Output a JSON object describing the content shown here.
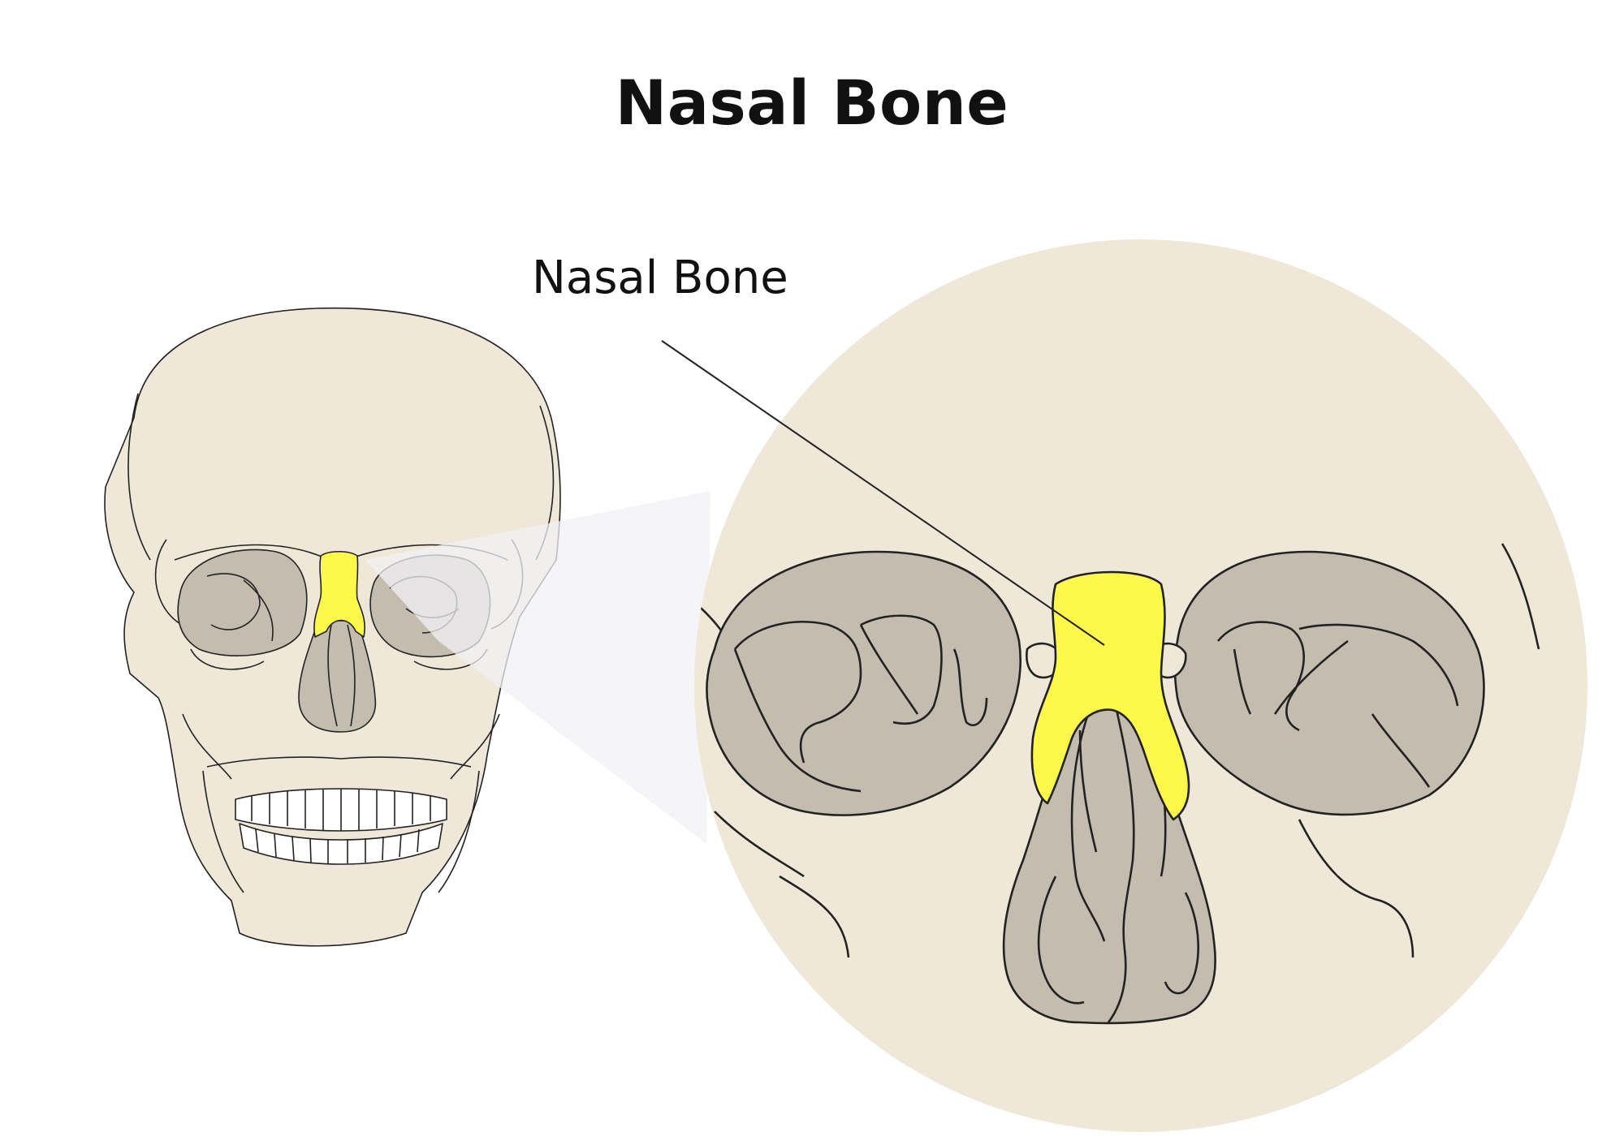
{
  "title": "Nasal Bone",
  "callout_label": "Nasal Bone",
  "colors": {
    "bone": "#efe8d8",
    "cavity": "#c4bdaf",
    "highlight": "#fdf84a",
    "outline": "#222222",
    "teeth": "#ffffff"
  },
  "icons": {
    "skull": "skull-front-view",
    "magnifier": "magnified-circle-view"
  }
}
